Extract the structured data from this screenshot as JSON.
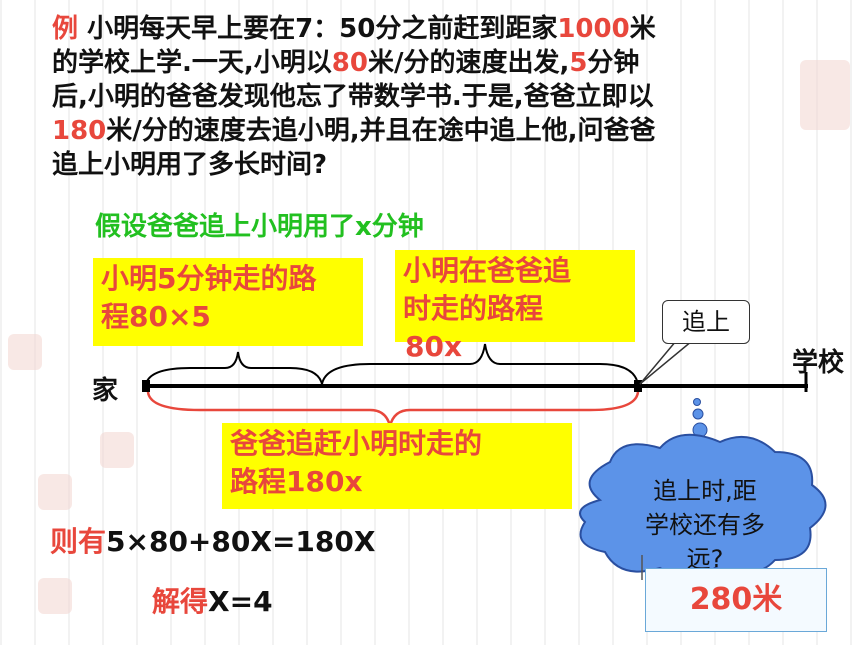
{
  "problem": {
    "lines": [
      [
        {
          "t": "例 ",
          "red": true
        },
        {
          "t": "小明每天早上要在7：50分之前赶到距家"
        },
        {
          "t": "1000",
          "red": true
        },
        {
          "t": "米"
        }
      ],
      [
        {
          "t": "的学校上学.一天,小明以"
        },
        {
          "t": "80",
          "red": true
        },
        {
          "t": "米/分的速度出发,"
        },
        {
          "t": "5",
          "red": true
        },
        {
          "t": "分钟"
        }
      ],
      [
        {
          "t": "后,小明的爸爸发现他忘了带数学书.于是,爸爸立即以"
        }
      ],
      [
        {
          "t": "180",
          "red": true
        },
        {
          "t": "米/分的速度去追小明,并且在途中追上他,问爸爸"
        }
      ],
      [
        {
          "t": "追上小明用了多长时间?"
        }
      ]
    ]
  },
  "assumption": "假设爸爸追上小明用了x分钟",
  "box1": {
    "line1": "小明5分钟走的路",
    "line2": "程80×5"
  },
  "box2": {
    "line1": "小明在爸爸追",
    "line2": "时走的路程",
    "line3": "80x"
  },
  "box3": {
    "line1": "爸爸追赶小明时走的",
    "line2": "路程180x"
  },
  "labels": {
    "home": "家",
    "school": "学校",
    "catch_up": "追上"
  },
  "cloud": {
    "line1": "追上时,距",
    "line2": "学校还有多",
    "line3": "远?"
  },
  "equation": {
    "prefix": "则有",
    "body": "5×80+80X=180X"
  },
  "solution": {
    "prefix": "解得",
    "body": "X=4"
  },
  "answer": "280米",
  "colors": {
    "red": "#e8473c",
    "green": "#22c020",
    "yellow": "#ffff00",
    "cloud": "#5c93e8"
  }
}
